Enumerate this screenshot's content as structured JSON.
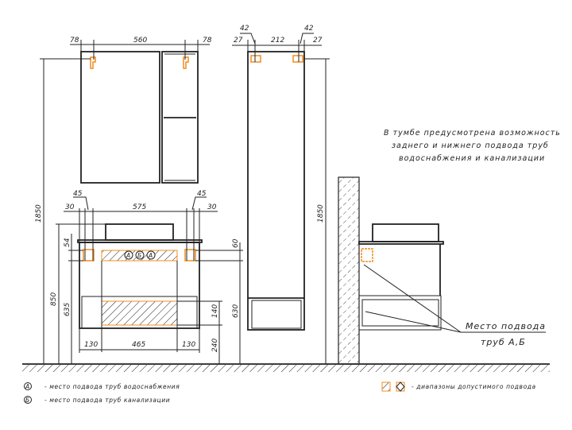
{
  "dimensions": {
    "mirror_left": "78",
    "mirror_width": "560",
    "mirror_right": "78",
    "pencil_left_offset": "27",
    "pencil_width": "212",
    "pencil_right_offset": "27",
    "pencil_pipe_left": "42",
    "pencil_pipe_right": "42",
    "height_total_left": "1850",
    "height_total_right": "1850",
    "vanity_pipe_left": "45",
    "vanity_pipe_right": "45",
    "vanity_offset_left": "30",
    "vanity_width": "575",
    "vanity_offset_right": "30",
    "vanity_top_height": "850",
    "vanity_pipe_height": "635",
    "vanity_pipe_zone": "54",
    "vanity_right_zone": "60",
    "vanity_right_height": "630",
    "drawer_zone": "140",
    "drawer_floor": "240",
    "bottom_left": "130",
    "bottom_middle": "465",
    "bottom_right": "130"
  },
  "markers": {
    "a": "А",
    "b": "Б"
  },
  "note": {
    "line1": "В тумбе предусмотрена возможность",
    "line2": "заднего и нижнего подвода труб",
    "line3": "водоснабжения и канализации"
  },
  "callout": {
    "line1": "Место подвода",
    "line2": "труб А,Б"
  },
  "legend": {
    "water_symbol": "А",
    "water_text": "- место подвода труб водоснабжения",
    "sewer_symbol": "Б",
    "sewer_text": "- место подвода труб канализации",
    "range_text": "- диапазоны допустимого подвода"
  },
  "colors": {
    "accent": "#f28c1e",
    "line": "#222222"
  }
}
